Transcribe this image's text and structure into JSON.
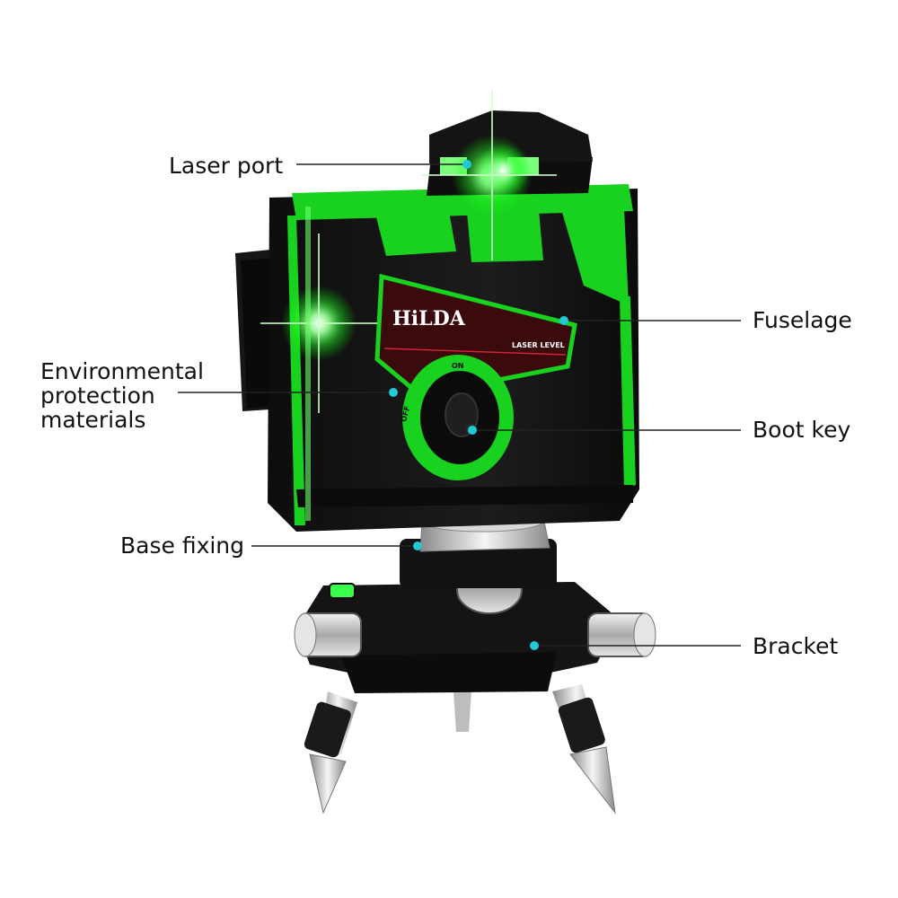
{
  "colors": {
    "body_green": "#19d21f",
    "laser_green": "#3dff3d",
    "housing_black": "#111111",
    "panel_red": "#3a0a0c",
    "accent_red": "#d9233a",
    "callout_dot": "#22c9d6",
    "metal": "#c9c9c9"
  },
  "device": {
    "brand": "HiLDA",
    "model_label": "LASER LEVEL",
    "switch_on": "ON",
    "switch_off": "OFF"
  },
  "callouts": {
    "laser_port": "Laser port",
    "fuselage": "Fuselage",
    "environmental": "Environmental protection materials",
    "boot_key": "Boot key",
    "base_fixing": "Base fixing",
    "bracket": "Bracket"
  },
  "icons": [
    "laser-flare-icon",
    "knob-icon",
    "bubble-vial-icon"
  ]
}
